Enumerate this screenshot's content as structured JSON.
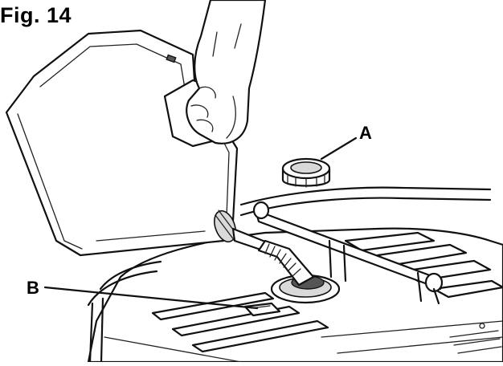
{
  "figure": {
    "label": "Fig. 14",
    "callouts": {
      "a": "A",
      "b": "B"
    }
  }
}
